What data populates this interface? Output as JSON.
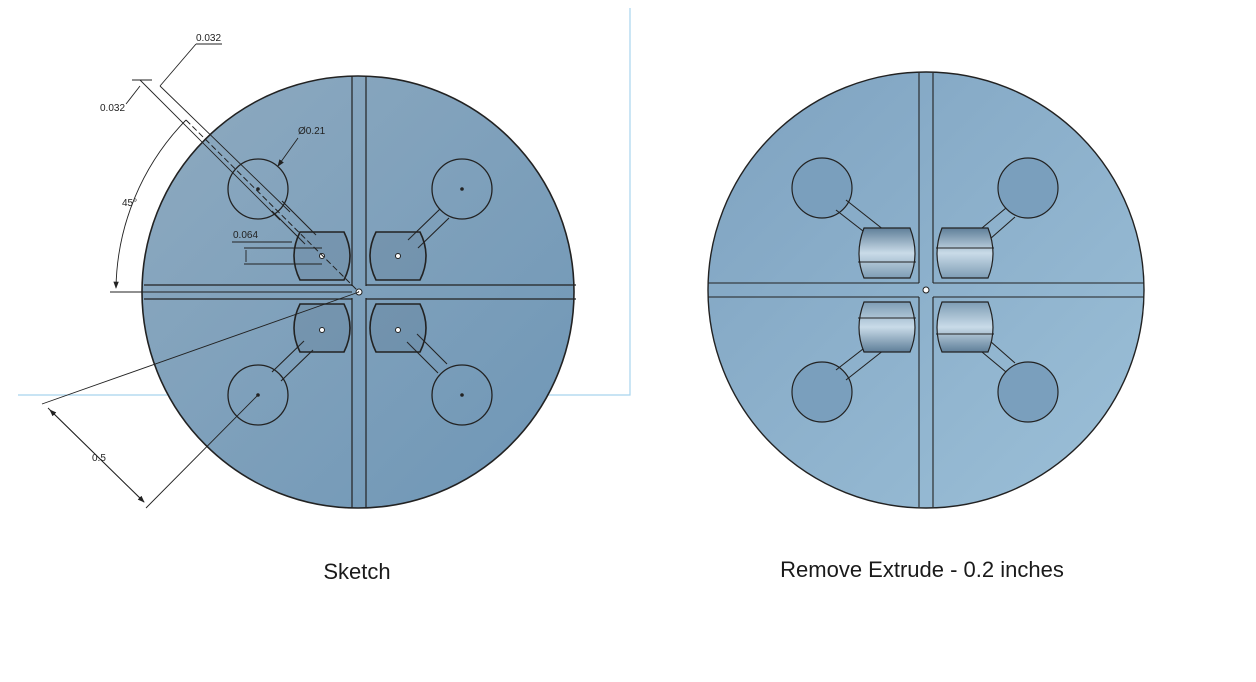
{
  "captions": {
    "sketch": "Sketch",
    "extrude": "Remove Extrude - 0.2 inches"
  },
  "dimensions": {
    "slot_width_a": "0.032",
    "slot_width_b": "0.032",
    "circle_diameter": "Ø0.21",
    "angle": "45°",
    "chamber_height": "0.064",
    "radius": "0.5"
  },
  "colors": {
    "disc_light": "#94b4cc",
    "disc_dark": "#6f97b6",
    "outline": "#222222",
    "sketch_plane": "#a8d4ee"
  }
}
